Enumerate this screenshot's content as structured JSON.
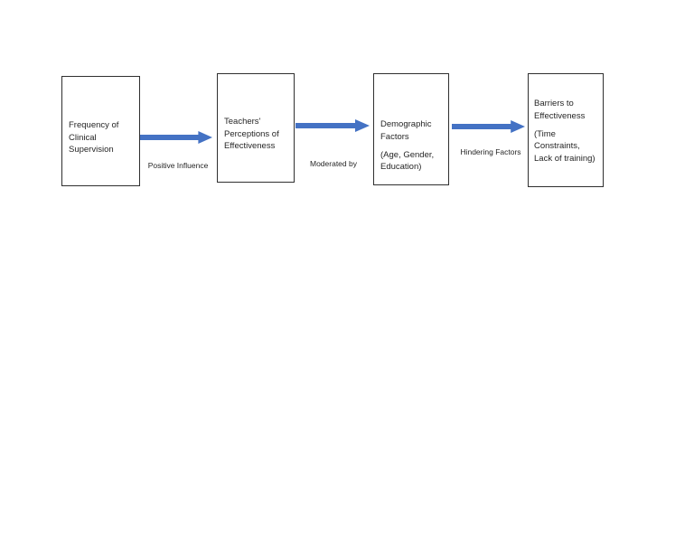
{
  "diagram": {
    "boxes": [
      {
        "paragraphs": [
          [
            "Frequency of",
            "Clinical",
            "Supervision"
          ]
        ]
      },
      {
        "paragraphs": [
          [
            "Teachers'",
            "Perceptions of",
            "Effectiveness"
          ]
        ]
      },
      {
        "paragraphs": [
          [
            "Demographic",
            "Factors"
          ],
          [
            "(Age, Gender,",
            "Education)"
          ]
        ]
      },
      {
        "paragraphs": [
          [
            "Barriers to",
            "Effectiveness"
          ],
          [
            "(Time",
            "Constraints,",
            "Lack of training)"
          ]
        ]
      }
    ],
    "arrows": [
      {
        "label": "Positive Influence"
      },
      {
        "label": "Moderated by"
      },
      {
        "label": "Hindering Factors"
      }
    ],
    "colors": {
      "arrow_fill": "#4472C4",
      "arrow_fill_light": "#6E93D3",
      "box_border": "#2f2f2f",
      "text": "#262626",
      "canvas": "#ffffff"
    }
  }
}
